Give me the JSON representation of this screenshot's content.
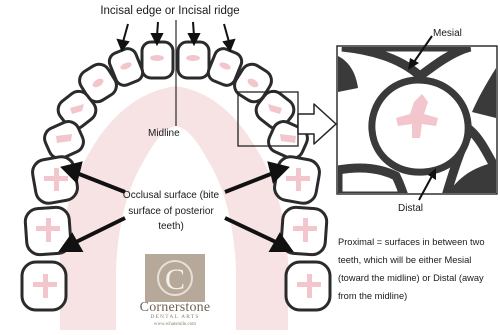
{
  "labels": {
    "title": "Incisal edge or Incisal ridge",
    "midline": "Midline",
    "occlusal": "Occlusal surface (bite surface of posterior teeth)",
    "mesial": "Mesial",
    "distal": "Distal",
    "proximal": "Proximal =  surfaces in between two teeth, which will be either Mesial (toward the midline) or Distal (away from the midline)"
  },
  "logo": {
    "letter": "C",
    "name": "Cornerstone",
    "tagline": "DENTAL ARTS",
    "url": "www.whatsmile.com"
  },
  "colors": {
    "outline": "#2b2b2b",
    "pulp": "#f2c6cc",
    "palate": "#f7e3e3",
    "logo_bg": "#b7a999",
    "logo_text": "#6f6153"
  }
}
